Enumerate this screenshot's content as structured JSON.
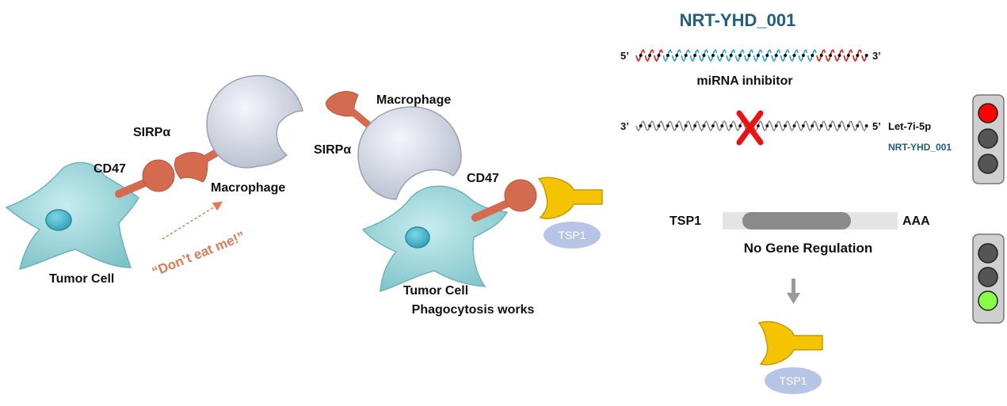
{
  "panel1": {
    "tumor_cell": "Tumor Cell",
    "cd47": "CD47",
    "sirpa": "SIRPα",
    "macrophage": "Macrophage",
    "signal": "“Don’t eat me!”"
  },
  "panel2": {
    "macrophage": "Macrophage",
    "sirpa": "SIRPα",
    "cd47": "CD47",
    "tsp1": "TSP1",
    "tumor_cell": "Tumor Cell",
    "result": "Phagocytosis works"
  },
  "panel3": {
    "title": "NRT-YHD_001",
    "strand1_5": "5’",
    "strand1_3": "3’",
    "strand1_caption": "miRNA inhibitor",
    "strand2_3": "3’",
    "strand2_5": "5’",
    "target_name": "Let-7i-5p",
    "target_sub": "NRT-YHD_001",
    "mrna_label": "TSP1",
    "polya": "AAA",
    "regulation": "No Gene Regulation",
    "tsp1": "TSP1"
  },
  "colors": {
    "accent": "#1f5f7f",
    "receptor": "#d46b4f",
    "macrophage": "#d4d9e6",
    "tumor": "#8ecfd3",
    "tsp1_body": "#f5c400",
    "tsp1_badge": "#b6c4e6",
    "light_red": "#ff0000",
    "light_green": "#88ff44",
    "light_off": "#555555"
  }
}
